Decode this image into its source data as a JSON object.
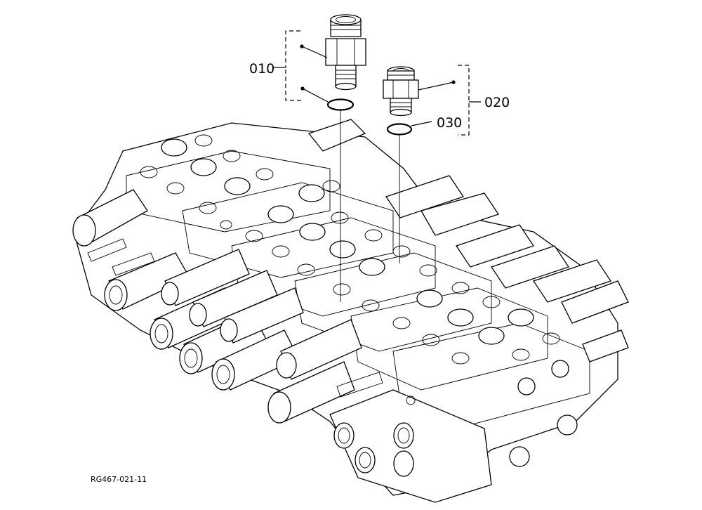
{
  "callouts": {
    "c010": "010",
    "c020": "020",
    "c030": "030"
  },
  "drawing_code": "RG467-021-11",
  "colors": {
    "line": "#000000",
    "background": "#ffffff"
  }
}
